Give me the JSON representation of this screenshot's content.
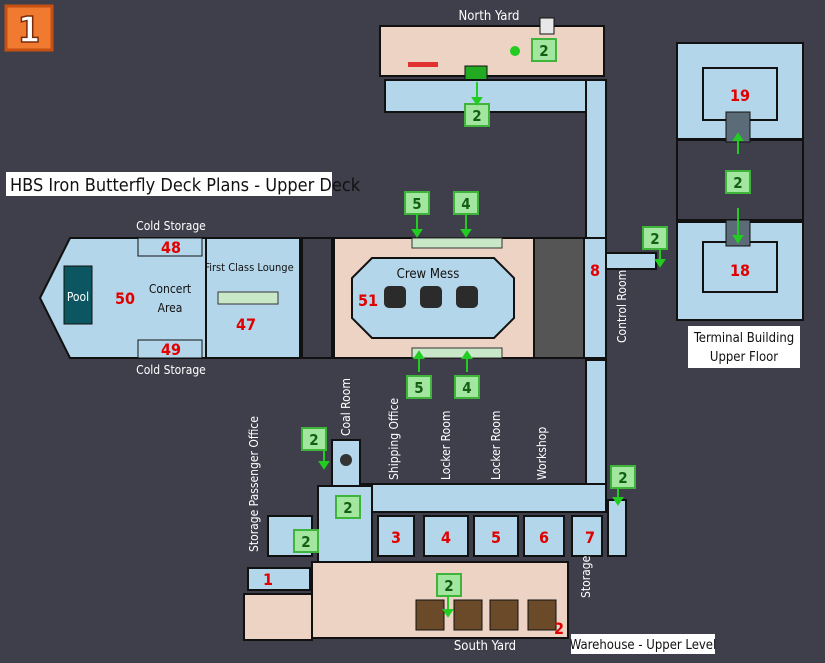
{
  "floor_badge": "1",
  "title": "HBS Iron Butterfly Deck Plans - Upper Deck",
  "areas": {
    "north_yard": "North Yard",
    "south_yard": "South Yard",
    "terminal": [
      "Terminal Building",
      "Upper Floor"
    ],
    "warehouse": "Warehouse - Upper Level",
    "cold_storage_top": "Cold Storage",
    "cold_storage_bottom": "Cold Storage",
    "pool": "Pool",
    "concert": [
      "Concert",
      "Area"
    ],
    "first_class": "First Class Lounge",
    "crew_mess": "Crew Mess",
    "control_room": "Control Room",
    "coal_room": "Coal Room",
    "shipping_office": "Shipping Office",
    "locker_room_1": "Locker Room",
    "locker_room_2": "Locker Room",
    "workshop": "Workshop",
    "storage_passenger": "Storage Passenger Office",
    "storage": "Storage"
  },
  "room_numbers": {
    "r48": "48",
    "r49": "49",
    "r50": "50",
    "r47": "47",
    "r51": "51",
    "r8": "8",
    "r19": "19",
    "r18": "18",
    "r1": "1",
    "r3": "3",
    "r4": "4",
    "r5": "5",
    "r6": "6",
    "r7": "7",
    "r2": "2"
  },
  "stair_markers": {
    "north_top": "2",
    "north_below": "2",
    "crew_top_left": "5",
    "crew_top_right": "4",
    "crew_bottom_left": "5",
    "crew_bottom_right": "4",
    "control": "2",
    "terminal_mid": "2",
    "coal": "2",
    "shipping": "2",
    "storage_office": "2",
    "right_corridor": "2",
    "south_yard": "2"
  },
  "colors": {
    "background": "#3f3f4b",
    "room_blue": "#b4d6ea",
    "room_tan": "#ecd3c3",
    "wall": "#111111",
    "room_number": "#e00000",
    "marker_green": "#5fd34f",
    "badge_orange": "#f07a30"
  }
}
